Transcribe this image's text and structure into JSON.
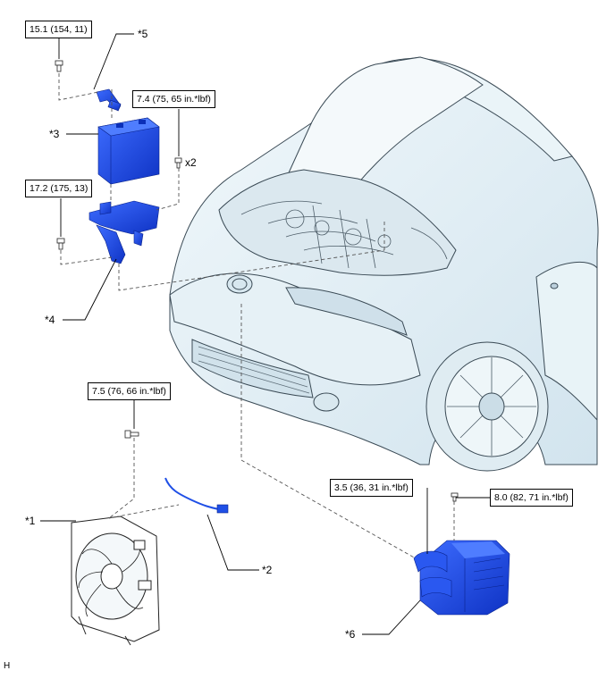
{
  "torque_specs": [
    {
      "id": "t1",
      "text": "15.1 (154, 11)"
    },
    {
      "id": "t2",
      "text": "7.4 (75, 65 in.*lbf)"
    },
    {
      "id": "t3",
      "text": "17.2 (175, 13)"
    },
    {
      "id": "t4",
      "text": "7.5 (76, 66 in.*lbf)"
    },
    {
      "id": "t5",
      "text": "3.5 (36, 31 in.*lbf)"
    },
    {
      "id": "t6",
      "text": "8.0 (82, 71 in.*lbf)"
    }
  ],
  "callouts": {
    "c1": "*1",
    "c2": "*2",
    "c3": "*3",
    "c4": "*4",
    "c5": "*5",
    "c6": "*6"
  },
  "quantity_note": "x2",
  "figure_code": "H",
  "colors": {
    "part_blue": "#1f4fe6",
    "part_blue_dark": "#0b2fb8",
    "car_tint": "#e4f0f6",
    "car_shadow": "#c9dde8",
    "line": "#000000"
  }
}
